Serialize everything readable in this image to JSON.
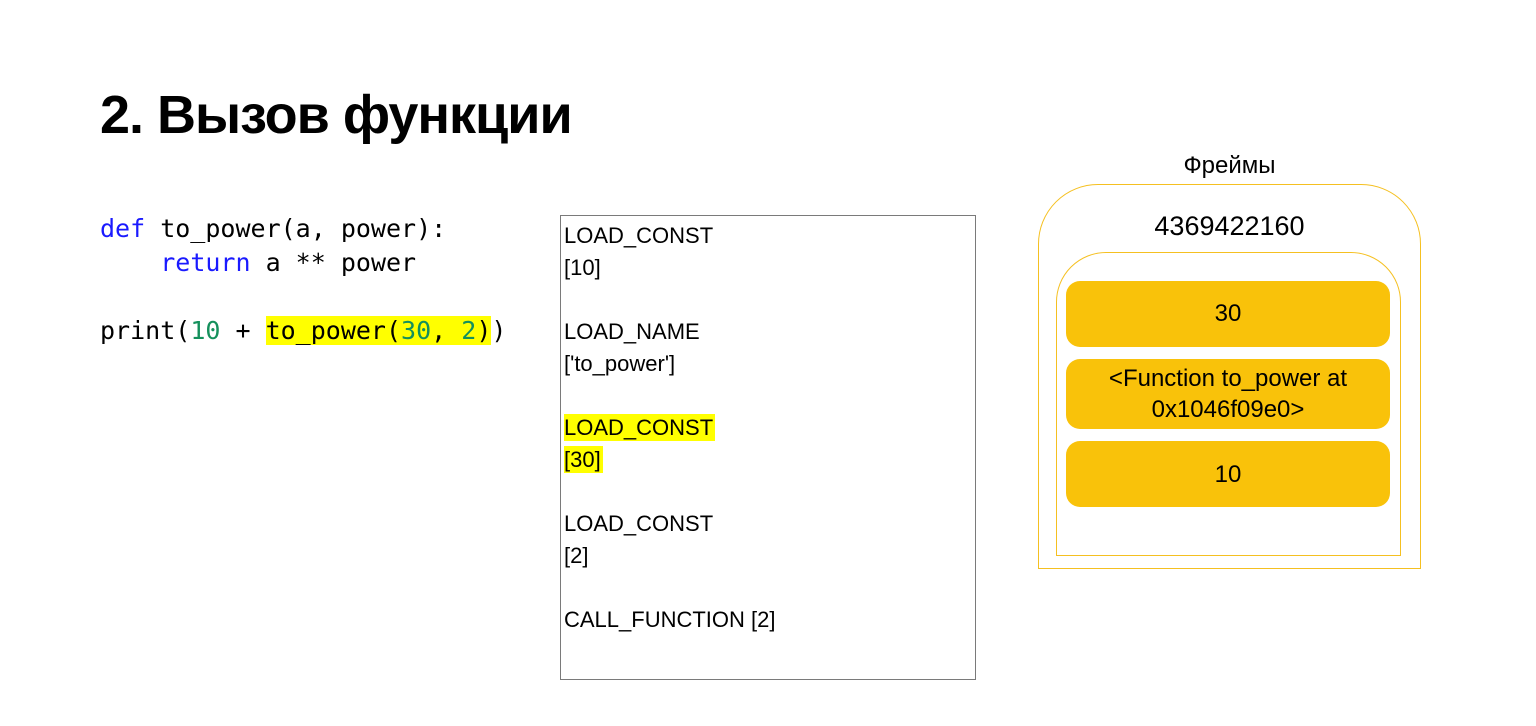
{
  "title": "2. Вызов функции",
  "code": {
    "lines": [
      {
        "segs": [
          {
            "t": "def",
            "c": "kw"
          },
          {
            "t": " to_power(a, power):",
            "c": ""
          }
        ]
      },
      {
        "segs": [
          {
            "t": "    ",
            "c": ""
          },
          {
            "t": "return",
            "c": "kw"
          },
          {
            "t": " a ** power",
            "c": ""
          }
        ]
      },
      {
        "segs": [
          {
            "t": "",
            "c": ""
          }
        ]
      },
      {
        "segs": [
          {
            "t": "print(",
            "c": ""
          },
          {
            "t": "10",
            "c": "num"
          },
          {
            "t": " + ",
            "c": ""
          },
          {
            "t": "to_power(",
            "c": "hl"
          },
          {
            "t": "30",
            "c": "hl num"
          },
          {
            "t": ", ",
            "c": "hl"
          },
          {
            "t": "2",
            "c": "hl num"
          },
          {
            "t": ")",
            "c": "hl"
          },
          {
            "t": ")",
            "c": ""
          }
        ]
      }
    ]
  },
  "bytecode": {
    "groups": [
      {
        "lines": [
          "LOAD_CONST",
          "[10]"
        ],
        "highlight": false
      },
      {
        "lines": [
          "LOAD_NAME",
          "['to_power']"
        ],
        "highlight": false
      },
      {
        "lines": [
          "LOAD_CONST",
          "[30]"
        ],
        "highlight": true
      },
      {
        "lines": [
          "LOAD_CONST",
          "[2]"
        ],
        "highlight": false
      },
      {
        "lines": [
          "CALL_FUNCTION [2]"
        ],
        "highlight": false
      }
    ]
  },
  "frames": {
    "label": "Фреймы",
    "frame_id": "4369422160",
    "stack": [
      "30",
      "<Function to_power at 0x1046f09e0>",
      "10"
    ]
  },
  "colors": {
    "keyword": "#1a1aff",
    "number": "#15905c",
    "highlight": "#ffff00",
    "gold_fill": "#f9c20a",
    "gold_border": "#f5c021",
    "box_border": "#7a7a7a"
  }
}
